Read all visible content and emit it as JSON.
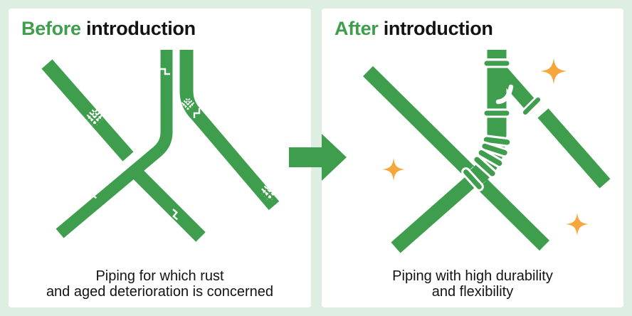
{
  "colors": {
    "bg": "#DFEEE3",
    "panel": "#FFFFFF",
    "green": "#3F9E4D",
    "orange": "#F6A73B",
    "ink": "#131313"
  },
  "before_panel": {
    "title_highlight": "Before",
    "title_rest": "introduction",
    "caption_line1": "Piping for which rust",
    "caption_line2": "and aged deterioration is concerned"
  },
  "after_panel": {
    "title_highlight": "After",
    "title_rest": "introduction",
    "caption_line1": "Piping with high durability",
    "caption_line2": "and flexibility"
  }
}
